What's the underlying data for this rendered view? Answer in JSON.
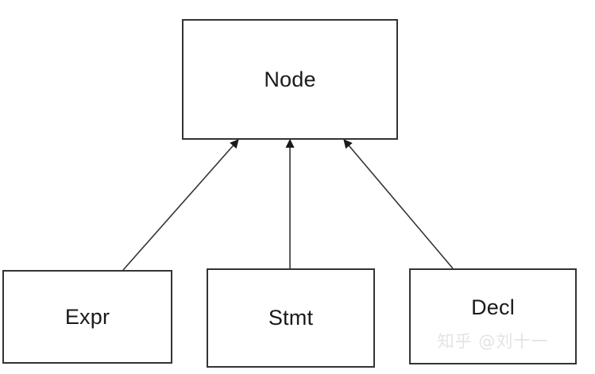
{
  "diagram": {
    "type": "class-inheritance-hierarchy",
    "background_color": "#ffffff",
    "box_border_color": "#333333",
    "text_color": "#1a1a1a",
    "connector_color": "#333333",
    "nodes": [
      {
        "id": "node",
        "label": "Node"
      },
      {
        "id": "expr",
        "label": "Expr"
      },
      {
        "id": "stmt",
        "label": "Stmt"
      },
      {
        "id": "decl",
        "label": "Decl"
      }
    ],
    "edges": [
      {
        "from": "expr",
        "to": "node",
        "arrowhead": "solid-filled"
      },
      {
        "from": "stmt",
        "to": "node",
        "arrowhead": "solid-filled"
      },
      {
        "from": "decl",
        "to": "node",
        "arrowhead": "solid-filled"
      }
    ]
  },
  "watermark": {
    "text": "知乎 @刘十一",
    "color": "#e3e3e3"
  }
}
